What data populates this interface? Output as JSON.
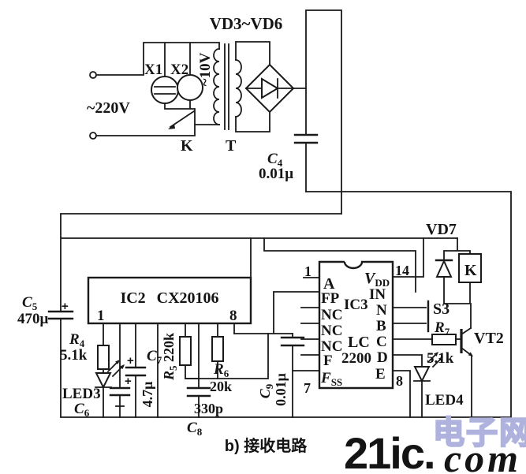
{
  "power_section": {
    "bridge_label": "VD3~VD6",
    "input_voltage": "~220V",
    "fuse1": "X1",
    "fuse2": "X2",
    "switch": "K",
    "transformer": "T",
    "secondary_voltage": "~10V",
    "c4_name": "C",
    "c4_sub": "4",
    "c4_value": "0.01μ"
  },
  "receiver_section": {
    "c5_name": "C",
    "c5_sub": "5",
    "c5_value": "470μ",
    "c5_plus": "+",
    "r4_name": "R",
    "r4_sub": "4",
    "r4_value": "5.1k",
    "led3": "LED3",
    "c6_name": "C",
    "c6_sub": "6",
    "c6_plus": "+",
    "c7_name": "C",
    "c7_sub": "7",
    "c7_value": "4.7μ",
    "c7_plus": "+",
    "r5_name": "R",
    "r5_sub": "5",
    "r5_value": " 220k",
    "c8_name": "C",
    "c8_sub": "8",
    "c8_value": "330p",
    "r6_name": "R",
    "r6_sub": "6",
    "r6_value": "20k",
    "c9_name": "C",
    "c9_sub": "9",
    "c9_value": "0.01μ",
    "ic2": {
      "name": "IC2",
      "part": "CX20106",
      "pin1": "1",
      "pin8": "8"
    },
    "ic3": {
      "name": "IC3",
      "family": "LC",
      "part": "2200",
      "num1": "1",
      "num7": "7",
      "num14": "14",
      "num8": "8",
      "pin_a": "A",
      "pin_fp": "FP",
      "nc": "NC",
      "pin_f": "F",
      "fss_main": "F",
      "fss_sub": "SS",
      "vdd_main": "V",
      "vdd_sub": "DD",
      "pin_in": "IN",
      "pin_n": "N",
      "pin_b": "B",
      "pin_c": "C",
      "pin_d": "D",
      "pin_e": "E"
    },
    "vd7": "VD7",
    "relay": "K",
    "s3": "S3",
    "r7_name": "R",
    "r7_sub": "7",
    "r7_value": "5.1k",
    "vt2": "VT2",
    "led4": "LED4"
  },
  "caption": "b) 接收电路",
  "watermark": {
    "brand": "21ic.",
    "site": "电子网",
    "script": "com",
    "brand_color": "#f0a8a1",
    "site_color": "#aeb2dd",
    "script_color": "#b6b9df"
  },
  "colors": {
    "line": "#1a1a1a",
    "background": "#ffffff"
  }
}
